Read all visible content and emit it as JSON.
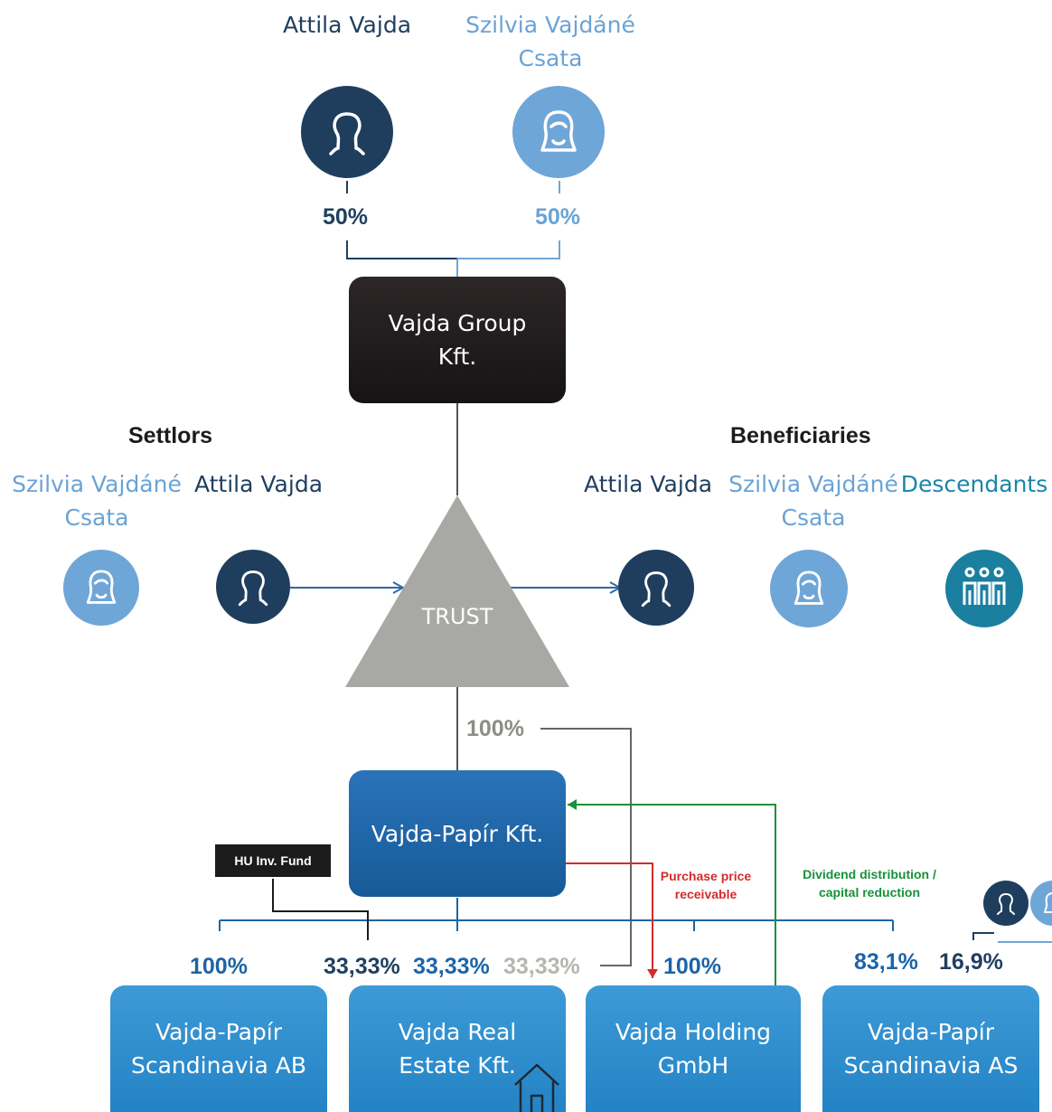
{
  "top_owners": [
    {
      "name": "Attila Vajda",
      "pct": "50%"
    },
    {
      "name": "Szilvia Vajdáné\nCsata",
      "pct": "50%"
    }
  ],
  "group_box": "Vajda Group\nKft.",
  "settlors": {
    "heading": "Settlors",
    "names": [
      "Szilvia Vajdáné\nCsata",
      "Attila Vajda"
    ]
  },
  "beneficiaries": {
    "heading": "Beneficiaries",
    "names": [
      "Attila Vajda",
      "Szilvia Vajdáné\nCsata",
      "Descendants"
    ]
  },
  "trust_label": "TRUST",
  "trust_pct": "100%",
  "papir_box": "Vajda-Papír Kft.",
  "fund_tag": "HU Inv. Fund",
  "notes": {
    "purchase": "Purchase price\nreceivable",
    "dividend": "Dividend distribution /\ncapital reduction"
  },
  "subsidiary_pcts": {
    "ab": "100%",
    "re_fund": "33,33%",
    "re_papir": "33,33%",
    "re_trust": "33,33%",
    "holding": "100%",
    "as_papir": "83,1%",
    "as_other": "16,9%"
  },
  "subsidiaries": [
    "Vajda-Papír\nScandinavia AB",
    "Vajda Real\nEstate Kft.",
    "Vajda Holding\nGmbH",
    "Vajda-Papír\nScandinavia AS"
  ],
  "colors": {
    "navy": "#1f3e5d",
    "light_blue": "#6fa6d8",
    "teal": "#1b7fa0",
    "company_blue": "#1c64a6",
    "trust_grey": "#a8a9a4",
    "red_arrow": "#d42b2b",
    "green_arrow": "#17913a"
  },
  "icons": [
    "male-person-icon",
    "female-person-icon",
    "group-icon",
    "house-icon"
  ]
}
